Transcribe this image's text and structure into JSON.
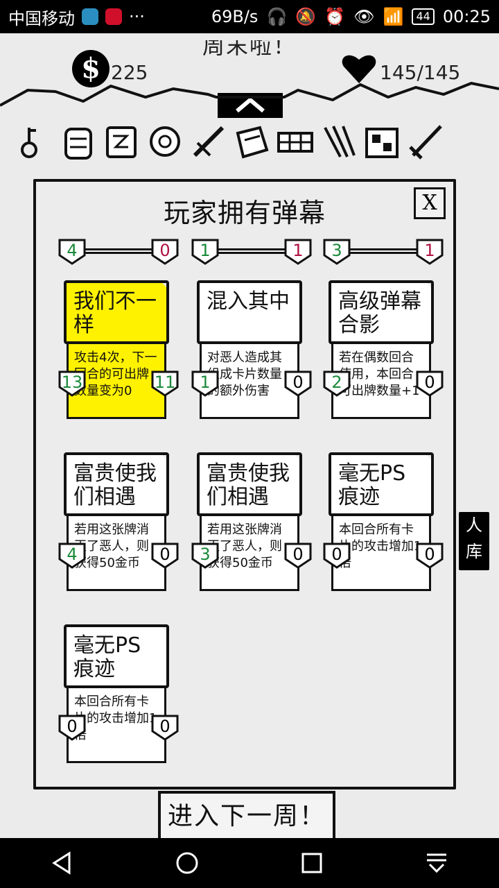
{
  "status_bar": {
    "carrier": "中国移动",
    "dots": "···",
    "speed": "69B/s",
    "battery": "44",
    "time": "00:25"
  },
  "header": {
    "title": "周末啦！",
    "money": "225",
    "hp": "145/145",
    "coin_symbol": "$"
  },
  "categories": [
    "key-icon",
    "backpack-icon",
    "book-icon",
    "tape-icon",
    "tools-icon",
    "paper-icon",
    "keyboard-icon",
    "pencils-icon",
    "map-icon",
    "sword-icon"
  ],
  "side_tab": {
    "line1": "人",
    "line2": "库"
  },
  "panel": {
    "title": "玩家拥有弹幕",
    "close_label": "X"
  },
  "cards": [
    {
      "title": "我们不一样",
      "desc": "攻击4次，下一回合的可出牌数量变为0",
      "top_left": "4",
      "top_right": "0",
      "bot_left": "13",
      "bot_right": "11",
      "selected": true
    },
    {
      "title": "混入其中",
      "desc": "对恶人造成其组成卡片数量的额外伤害",
      "top_left": "1",
      "top_right": "1",
      "bot_left": "1",
      "bot_right": "0",
      "selected": false
    },
    {
      "title": "高级弹幕合影",
      "desc": "若在偶数回合使用，本回合可出牌数量+1",
      "top_left": "3",
      "top_right": "1",
      "bot_left": "2",
      "bot_right": "0",
      "selected": false
    },
    {
      "title": "富贵使我们相遇",
      "desc": "若用这张牌消灭了恶人，则获得50金币",
      "top_left": "",
      "top_right": "",
      "bot_left": "4",
      "bot_right": "0",
      "selected": false
    },
    {
      "title": "富贵使我们相遇",
      "desc": "若用这张牌消灭了恶人，则获得50金币",
      "top_left": "",
      "top_right": "",
      "bot_left": "3",
      "bot_right": "0",
      "selected": false
    },
    {
      "title": "毫无PS痕迹",
      "desc": "本回合所有卡片的攻击增加1倍",
      "top_left": "",
      "top_right": "",
      "bot_left": "0",
      "bot_right": "0",
      "selected": false
    },
    {
      "title": "毫无PS痕迹",
      "desc": "本回合所有卡片的攻击增加1倍",
      "top_left": "",
      "top_right": "",
      "bot_left": "0",
      "bot_right": "0",
      "selected": false
    }
  ],
  "next_week_label": "进入下一周！",
  "colors": {
    "selected_card": "#fff200",
    "badge_green": "#1a8a3a",
    "badge_red": "#b01040",
    "background": "#ebebeb"
  }
}
